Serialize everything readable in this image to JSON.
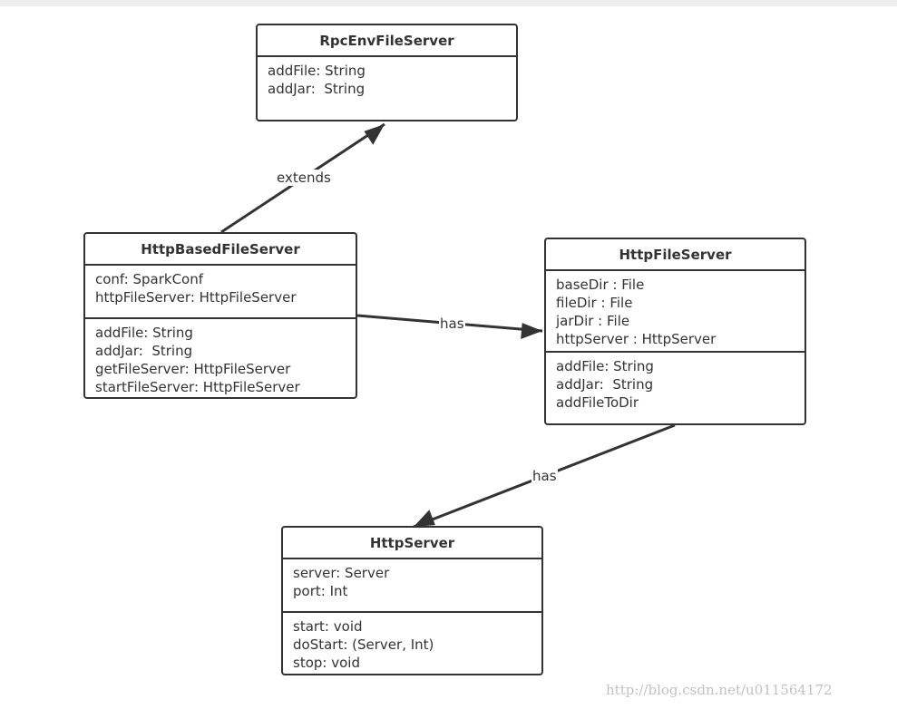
{
  "classes": {
    "rpc": {
      "name": "RpcEnvFileServer",
      "methods": [
        "addFile: String",
        "addJar:  String"
      ]
    },
    "httpBased": {
      "name": "HttpBasedFileServer",
      "attributes": [
        "conf: SparkConf",
        "httpFileServer: HttpFileServer"
      ],
      "methods": [
        "addFile: String",
        "addJar:  String",
        "getFileServer: HttpFileServer",
        "startFileServer: HttpFileServer"
      ]
    },
    "httpFile": {
      "name": "HttpFileServer",
      "attributes": [
        "baseDir : File",
        "fileDir : File",
        "jarDir : File",
        "httpServer : HttpServer"
      ],
      "methods": [
        "addFile: String",
        "addJar:  String",
        "addFileToDir"
      ]
    },
    "httpServer": {
      "name": "HttpServer",
      "attributes": [
        "server: Server",
        "port: Int"
      ],
      "methods": [
        "start: void",
        "doStart: (Server, Int)",
        "stop: void"
      ]
    }
  },
  "edges": {
    "extends": "extends",
    "has1": "has",
    "has2": "has"
  },
  "watermark": "http://blog.csdn.net/u011564172"
}
